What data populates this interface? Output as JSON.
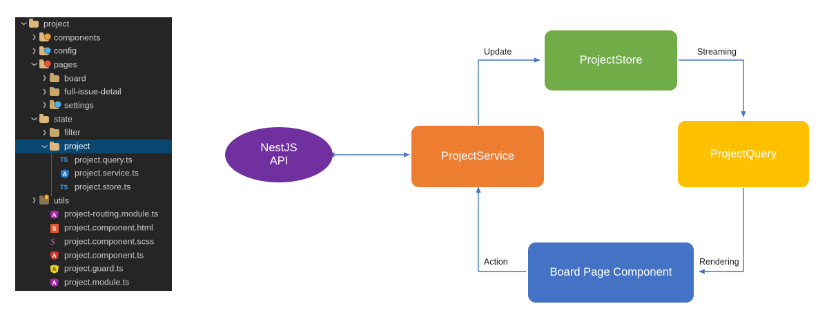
{
  "explorer": {
    "background": "#252526",
    "selection_color": "#094771",
    "items": [
      {
        "label": "project",
        "indent": 0,
        "chevron": "down",
        "icon": "folder-gold",
        "type": "folder",
        "selected": false
      },
      {
        "label": "components",
        "indent": 1,
        "chevron": "right",
        "icon": "folder-components",
        "type": "folder",
        "selected": false
      },
      {
        "label": "config",
        "indent": 1,
        "chevron": "right",
        "icon": "folder-config",
        "type": "folder",
        "selected": false
      },
      {
        "label": "pages",
        "indent": 1,
        "chevron": "down",
        "icon": "folder-pages",
        "type": "folder",
        "selected": false
      },
      {
        "label": "board",
        "indent": 2,
        "chevron": "right",
        "icon": "folder-plain",
        "type": "folder",
        "selected": false
      },
      {
        "label": "full-issue-detail",
        "indent": 2,
        "chevron": "right",
        "icon": "folder-plain",
        "type": "folder",
        "selected": false
      },
      {
        "label": "settings",
        "indent": 2,
        "chevron": "right",
        "icon": "folder-settings",
        "type": "folder",
        "selected": false
      },
      {
        "label": "state",
        "indent": 1,
        "chevron": "down",
        "icon": "folder-gold",
        "type": "folder",
        "selected": false
      },
      {
        "label": "filter",
        "indent": 2,
        "chevron": "right",
        "icon": "folder-plain",
        "type": "folder",
        "selected": false
      },
      {
        "label": "project",
        "indent": 2,
        "chevron": "down",
        "icon": "folder-gold",
        "type": "folder",
        "selected": true
      },
      {
        "label": "project.query.ts",
        "indent": 3,
        "chevron": "blank",
        "icon": "ts-icon",
        "type": "file",
        "selected": false
      },
      {
        "label": "project.service.ts",
        "indent": 3,
        "chevron": "blank",
        "icon": "angular-blue-icon",
        "type": "file",
        "selected": false
      },
      {
        "label": "project.store.ts",
        "indent": 3,
        "chevron": "blank",
        "icon": "ts-icon",
        "type": "file",
        "selected": false
      },
      {
        "label": "utils",
        "indent": 1,
        "chevron": "right",
        "icon": "folder-utils",
        "type": "folder",
        "selected": false
      },
      {
        "label": "project-routing.module.ts",
        "indent": 2,
        "chevron": "blank",
        "icon": "angular-magenta-icon",
        "type": "file",
        "selected": false
      },
      {
        "label": "project.component.html",
        "indent": 2,
        "chevron": "blank",
        "icon": "html5-icon",
        "type": "file",
        "selected": false
      },
      {
        "label": "project.component.scss",
        "indent": 2,
        "chevron": "blank",
        "icon": "sass-icon",
        "type": "file",
        "selected": false
      },
      {
        "label": "project.component.ts",
        "indent": 2,
        "chevron": "blank",
        "icon": "angular-red-icon",
        "type": "file",
        "selected": false
      },
      {
        "label": "project.guard.ts",
        "indent": 2,
        "chevron": "blank",
        "icon": "angular-yellow-icon",
        "type": "file",
        "selected": false
      },
      {
        "label": "project.module.ts",
        "indent": 2,
        "chevron": "blank",
        "icon": "angular-magenta-icon",
        "type": "file",
        "selected": false
      }
    ]
  },
  "diagram": {
    "nodes": {
      "nestjs_api": {
        "label": "NestJS\nAPI",
        "line1": "NestJS",
        "line2": "API",
        "color": "#7030A0",
        "shape": "ellipse"
      },
      "project_service": {
        "label": "ProjectService",
        "color": "#ED7D31",
        "shape": "box"
      },
      "project_store": {
        "label": "ProjectStore",
        "color": "#70AD47",
        "shape": "box"
      },
      "project_query": {
        "label": "ProjectQuery",
        "color": "#FFC000",
        "shape": "box"
      },
      "board_page": {
        "label": "Board Page Component",
        "color": "#4472C4",
        "shape": "box"
      }
    },
    "edges": [
      {
        "label": "Update",
        "from": "project_service",
        "to": "project_store"
      },
      {
        "label": "Streaming",
        "from": "project_store",
        "to": "project_query"
      },
      {
        "label": "Rendering",
        "from": "project_query",
        "to": "board_page"
      },
      {
        "label": "Action",
        "from": "board_page",
        "to": "project_service"
      },
      {
        "label": "",
        "from": "nestjs_api",
        "to": "project_service"
      }
    ],
    "arrow_color": "#4472C4"
  }
}
